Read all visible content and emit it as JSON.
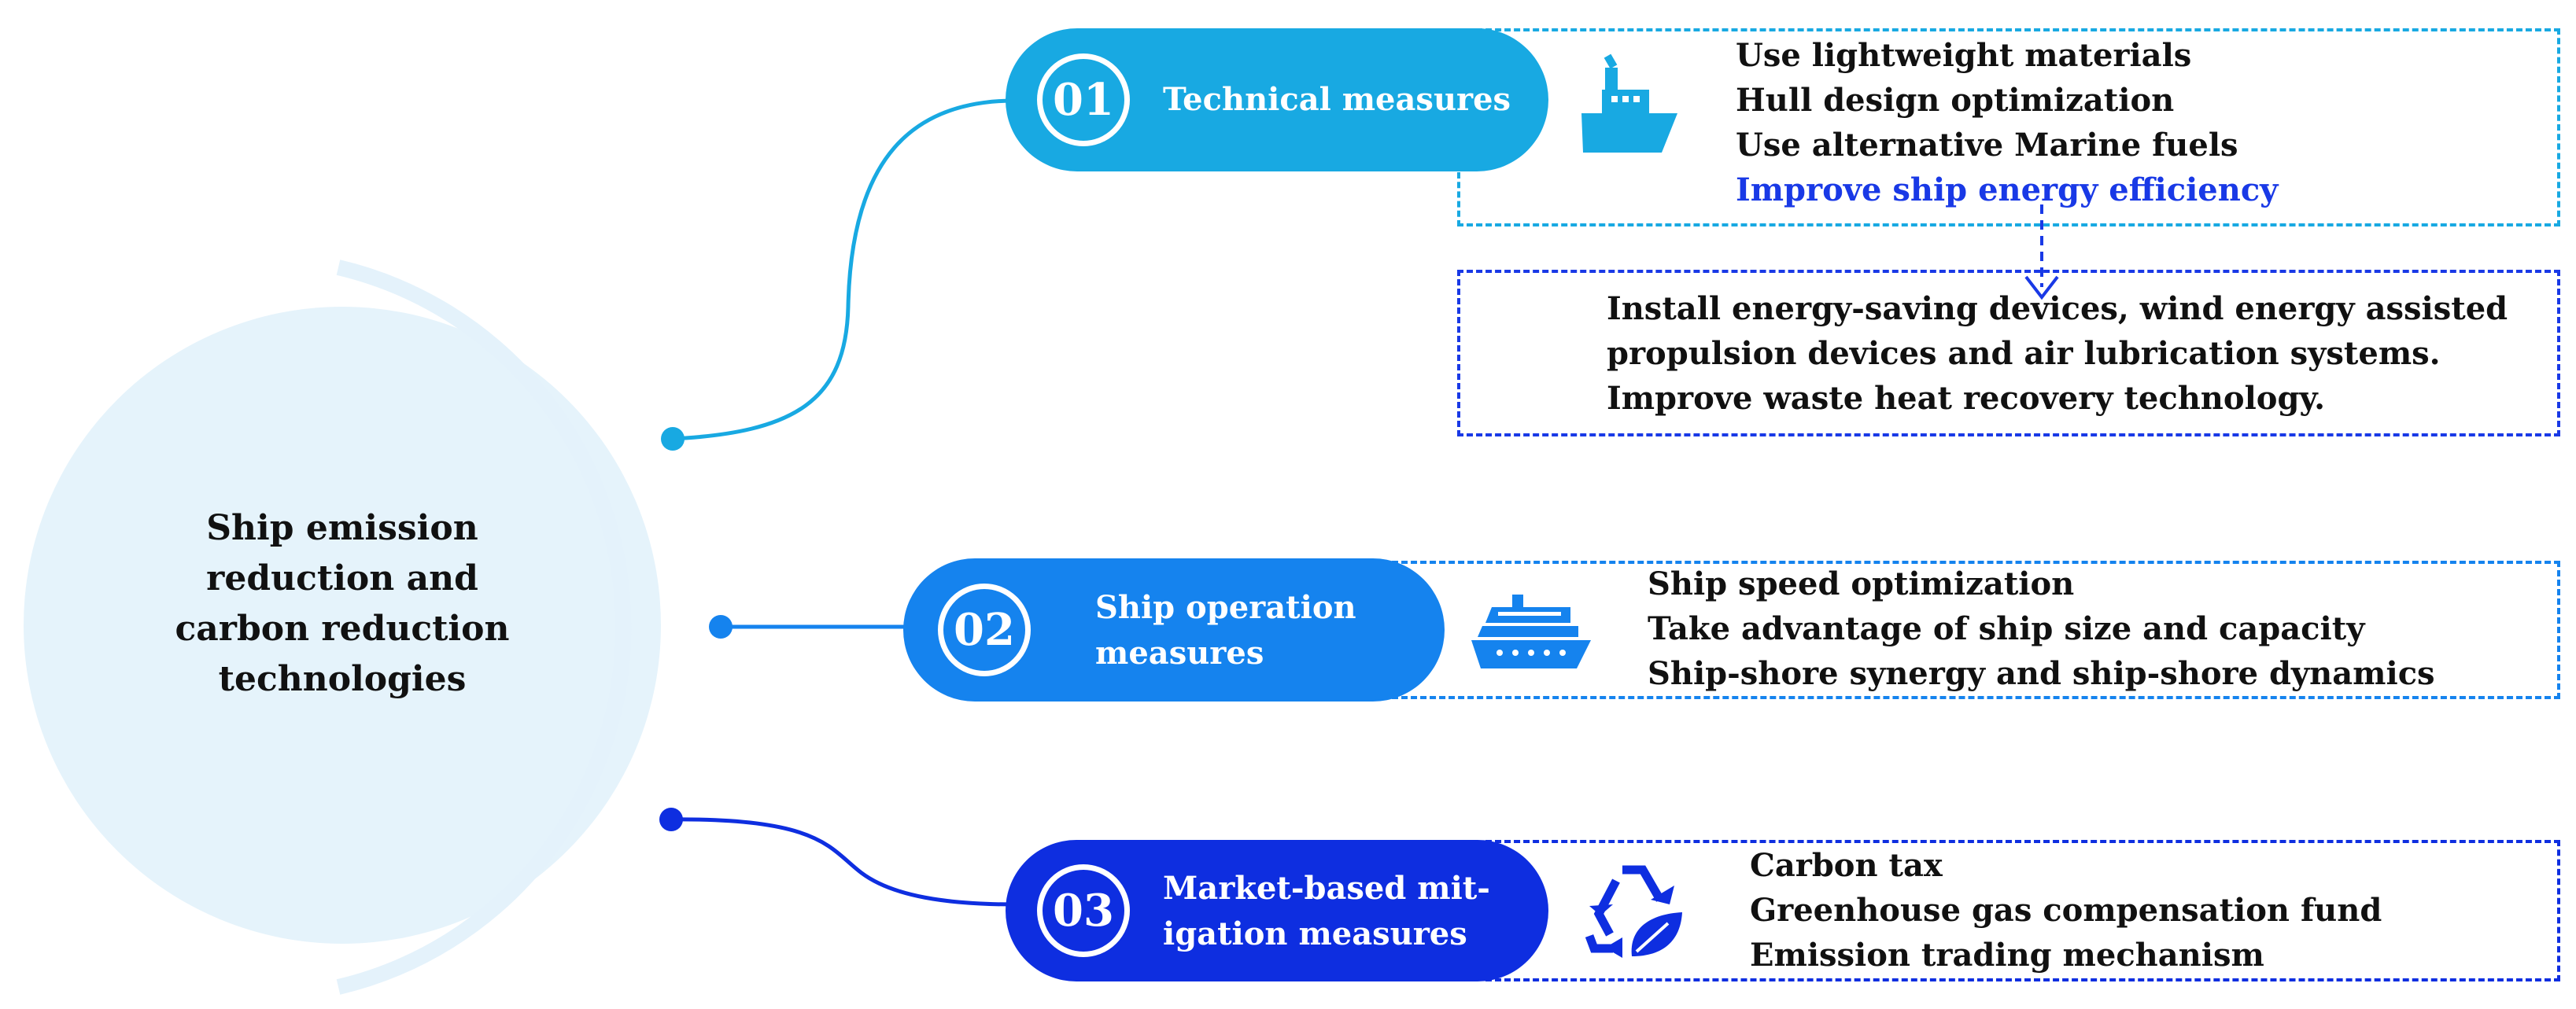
{
  "center": {
    "title_lines": [
      "Ship emission",
      "reduction and",
      "carbon reduction",
      "technologies"
    ]
  },
  "colors": {
    "c1": "#18a9e2",
    "c2": "#1583ee",
    "c3": "#0e2ee0",
    "highlight": "#1939e6",
    "circle_fill": "#e5f3fb",
    "circle_ring": "#e4f2fb"
  },
  "branches": [
    {
      "number": "01",
      "label_lines": [
        "Technical measures"
      ],
      "icon": "steamship-icon",
      "items": [
        "Use lightweight materials",
        "Hull design optimization",
        "Use alternative Marine fuels"
      ],
      "highlight_item": "Improve ship energy efficiency",
      "sub_items": [
        "Install energy-saving devices, wind energy assisted",
        "propulsion devices and air lubrication systems.",
        "Improve waste heat recovery technology."
      ]
    },
    {
      "number": "02",
      "label_lines": [
        "Ship operation",
        "measures"
      ],
      "icon": "cruise-ship-icon",
      "items": [
        "Ship speed optimization",
        "Take advantage of ship size and capacity",
        "Ship-shore synergy and ship-shore dynamics"
      ]
    },
    {
      "number": "03",
      "label_lines": [
        "Market-based mit-",
        "igation measures"
      ],
      "icon": "recycle-leaf-icon",
      "items": [
        "Carbon tax",
        "Greenhouse gas compensation fund",
        "Emission trading mechanism"
      ]
    }
  ]
}
